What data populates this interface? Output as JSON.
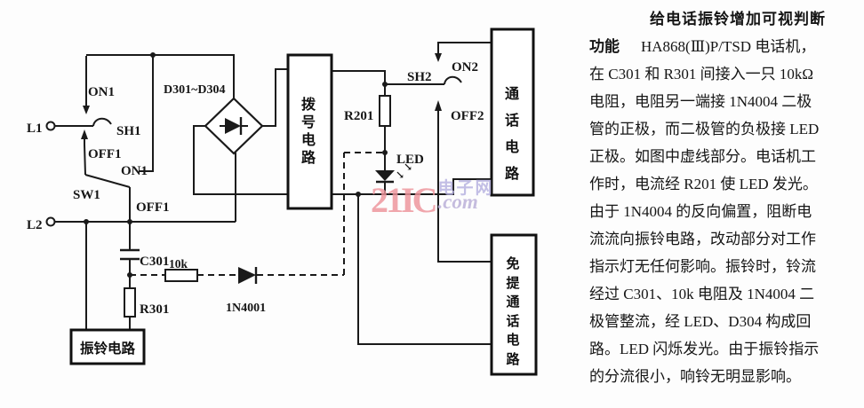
{
  "circuit": {
    "terminals": {
      "l1": "L1",
      "l2": "L2"
    },
    "hook_switch1": {
      "on": "ON1",
      "name": "SH1",
      "off": "OFF1"
    },
    "slide_switch": {
      "on": "ON1",
      "name": "SW1",
      "off": "OFF1"
    },
    "bridge_label": "D301~D304",
    "labels": {
      "r201": "R201",
      "led": "LED",
      "c301": "C301",
      "res10k": "10k",
      "r301": "R301",
      "diode": "1N4001"
    },
    "hook_switch2": {
      "name": "SH2",
      "on": "ON2",
      "off": "OFF2"
    },
    "boxes": {
      "dialing": "拨号电路",
      "talk": "通话电路",
      "handsfree": "免提通话电路",
      "ringer": "振铃电路"
    },
    "icons": {
      "light_arrow": "↘"
    }
  },
  "watermark": {
    "logo": "21IC",
    "site": "电子网",
    "dotcom": ".com"
  },
  "article": {
    "title": "给电话振铃增加可视判断",
    "lead": "功能",
    "lines": [
      "HA868(Ⅲ)P/TSD 电话机，",
      "在 C301 和 R301 间接入一只 10kΩ",
      "电阻，电阻另一端接 1N4004 二极",
      "管的正极，而二极管的负极接 LED",
      "正极。如图中虚线部分。电话机工",
      "作时，电流经 R201 使 LED 发光。",
      "由于 1N4004 的反向偏置，阻断电",
      "流流向振铃电路，改动部分对工作",
      "指示灯无任何影响。振铃时，铃流",
      "经过 C301、10k 电阻及 1N4004 二",
      "极管整流，经 LED、D304 构成回",
      "路。LED 闪烁发光。由于振铃指示",
      "的分流很小，响铃无明显影响。"
    ]
  }
}
